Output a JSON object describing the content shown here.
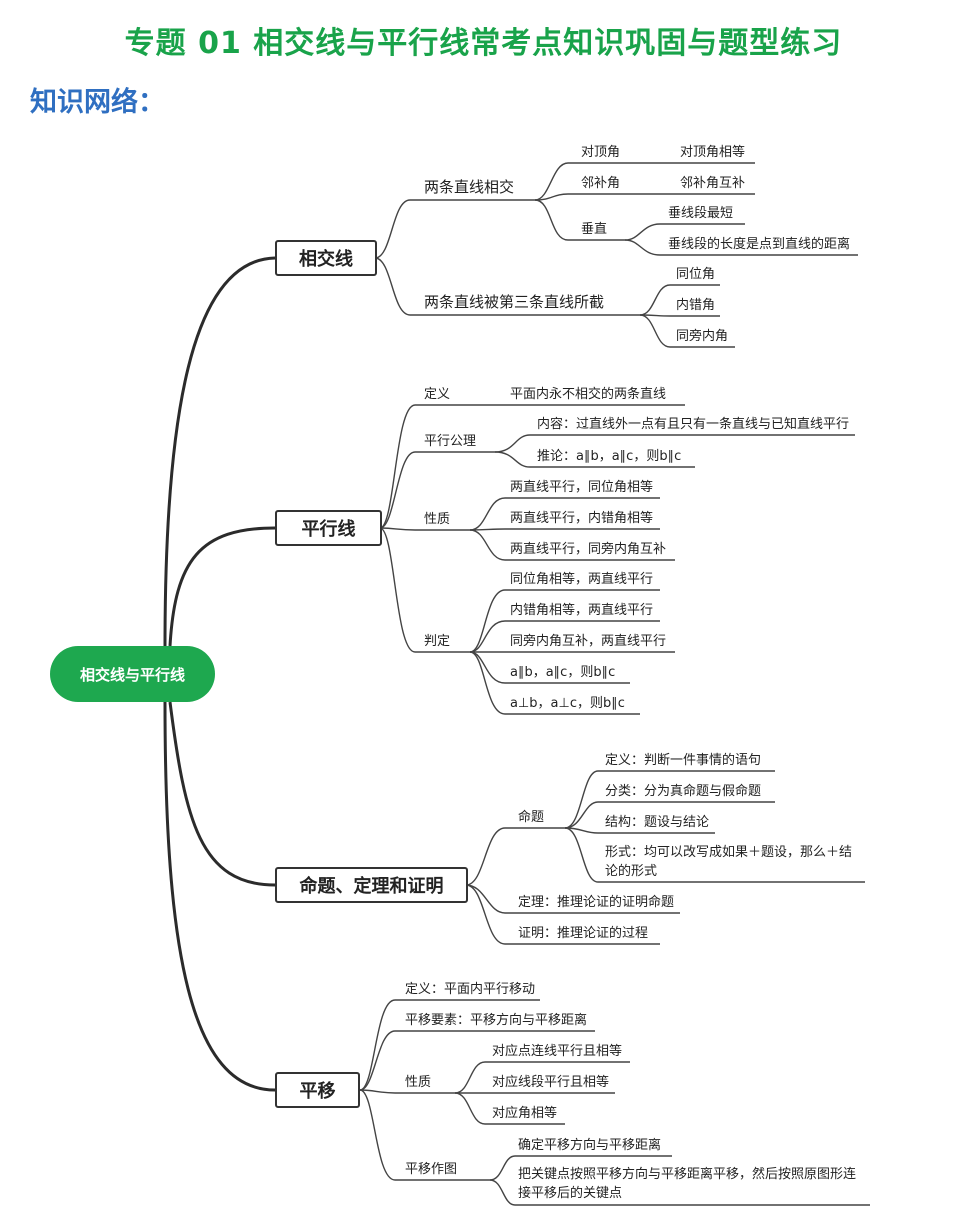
{
  "title": "专题 01 相交线与平行线常考点知识巩固与题型练习",
  "section_heading": "知识网络：",
  "mindmap": {
    "root": "相交线与平行线",
    "b1": {
      "label": "相交线",
      "c1": {
        "label": "两条直线相交",
        "a": "对顶角",
        "a_note": "对顶角相等",
        "b": "邻补角",
        "b_note": "邻补角互补",
        "c": "垂直",
        "c_n1": "垂线段最短",
        "c_n2": "垂线段的长度是点到直线的距离"
      },
      "c2": {
        "label": "两条直线被第三条直线所截",
        "n1": "同位角",
        "n2": "内错角",
        "n3": "同旁内角"
      }
    },
    "b2": {
      "label": "平行线",
      "def": "定义",
      "def_note": "平面内永不相交的两条直线",
      "axiom": "平行公理",
      "axiom_n1": "内容：过直线外一点有且只有一条直线与已知直线平行",
      "axiom_n2": "推论：a∥b，a∥c，则b∥c",
      "prop": "性质",
      "prop_n1": "两直线平行，同位角相等",
      "prop_n2": "两直线平行，内错角相等",
      "prop_n3": "两直线平行，同旁内角互补",
      "judge": "判定",
      "judge_n1": "同位角相等，两直线平行",
      "judge_n2": "内错角相等，两直线平行",
      "judge_n3": "同旁内角互补，两直线平行",
      "judge_n4": "a∥b，a∥c，则b∥c",
      "judge_n5": "a⊥b，a⊥c，则b∥c"
    },
    "b3": {
      "label": "命题、定理和证明",
      "prop": "命题",
      "p_n1": "定义：判断一件事情的语句",
      "p_n2": "分类：分为真命题与假命题",
      "p_n3": "结构：题设与结论",
      "p_n4": "形式：均可以改写成如果＋题设，那么＋结论的形式",
      "theorem": "定理：推理论证的证明命题",
      "proof": "证明：推理论证的过程"
    },
    "b4": {
      "label": "平移",
      "def": "定义：平面内平行移动",
      "elem": "平移要素：平移方向与平移距离",
      "prop": "性质",
      "prop_n1": "对应点连线平行且相等",
      "prop_n2": "对应线段平行且相等",
      "prop_n3": "对应角相等",
      "draw": "平移作图",
      "draw_n1": "确定平移方向与平移距离",
      "draw_n2": "把关键点按照平移方向与平移距离平移，然后按照原图形连接平移后的关键点"
    }
  }
}
